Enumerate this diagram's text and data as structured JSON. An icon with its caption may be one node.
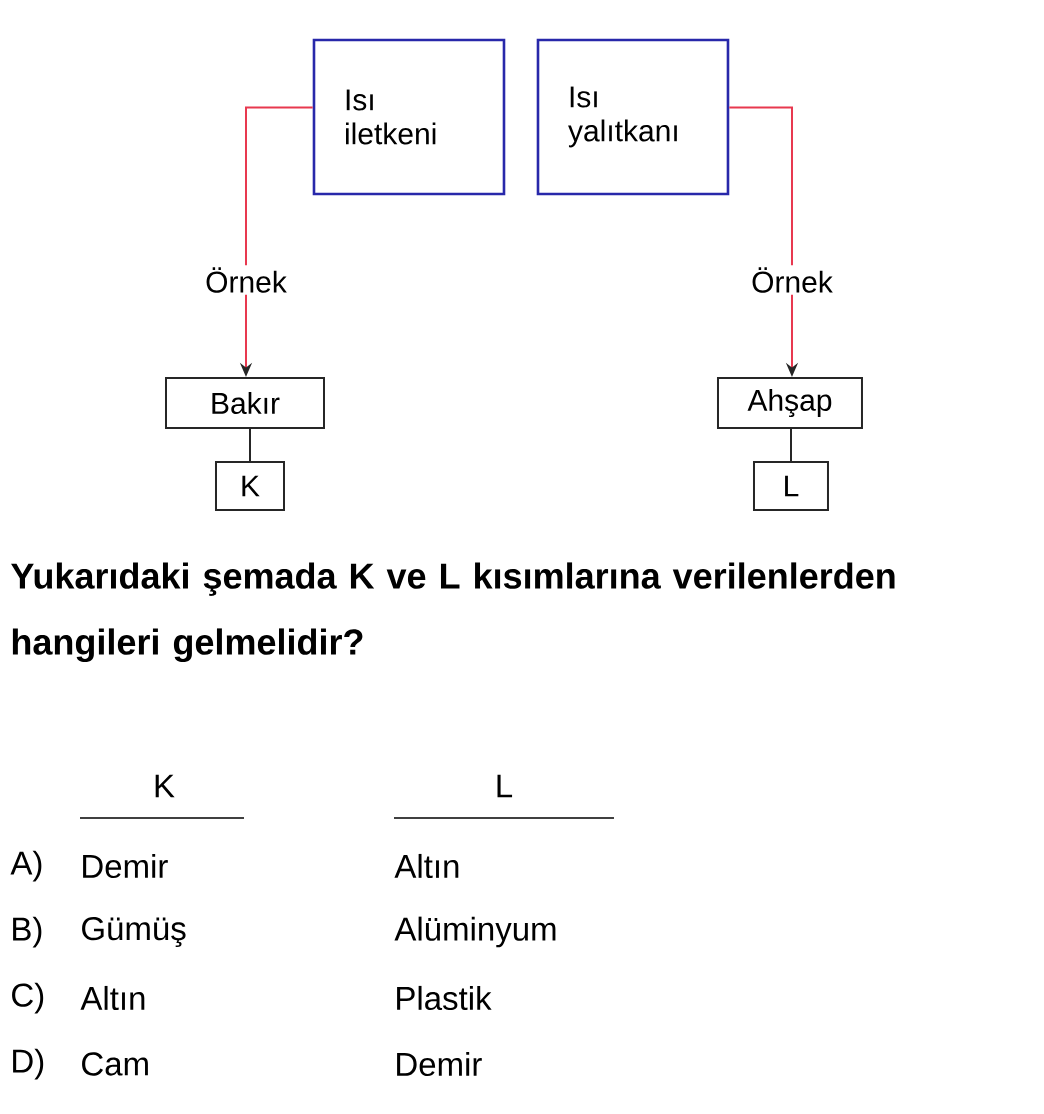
{
  "diagram": {
    "nodes": [
      {
        "text": [
          "Isı iletkeni"
        ]
      },
      {
        "text": [
          "Isı yalıtkanı"
        ]
      },
      {
        "text": [
          "Bakır"
        ]
      },
      {
        "text": [
          "K"
        ]
      },
      {
        "text": [
          "Ahşap"
        ]
      },
      {
        "text": [
          "L"
        ]
      }
    ],
    "edges": [
      {
        "from": 0,
        "to": 2,
        "arrow": "to",
        "label": "Örnek",
        "color": "#e8384f"
      },
      {
        "from": 1,
        "to": 4,
        "arrow": "to",
        "label": "Örnek",
        "color": "#e8384f"
      },
      {
        "from": 2,
        "to": 3,
        "arrow": "none",
        "color": "#262626"
      },
      {
        "from": 4,
        "to": 5,
        "arrow": "none",
        "color": "#262626"
      }
    ],
    "labels": [
      "Yukarıdaki şemada K ve L kısımlarına verilenlerden hangileri gelmelidir?",
      "K",
      "L",
      "A)",
      "Demir",
      "Altın",
      "B)",
      "Gümüş",
      "Alüminyum",
      "C)",
      "Altın",
      "Plastik",
      "D)",
      "Cam",
      "Demir"
    ]
  }
}
